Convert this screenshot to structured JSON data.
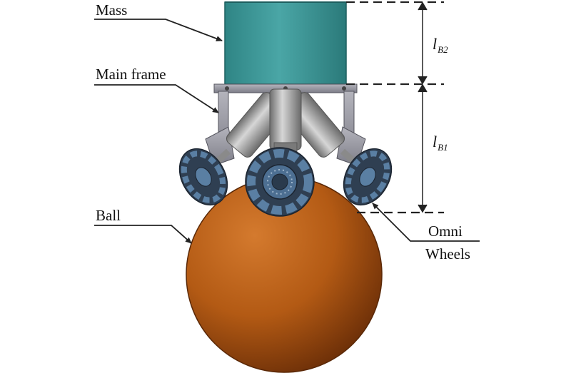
{
  "labels": {
    "mass": "Mass",
    "main_frame": "Main frame",
    "ball": "Ball",
    "omni_line1": "Omni",
    "omni_line2": "Wheels"
  },
  "dimensions": {
    "lb2": {
      "symbol": "l",
      "subscript": "B2"
    },
    "lb1": {
      "symbol": "l",
      "subscript": "B1"
    }
  },
  "colors": {
    "mass": "#3e9a9a",
    "ball": "#b35a14",
    "wheel": "#5a7fa3",
    "frame": "#9a9aa4",
    "motor": "#9c9c9c"
  }
}
